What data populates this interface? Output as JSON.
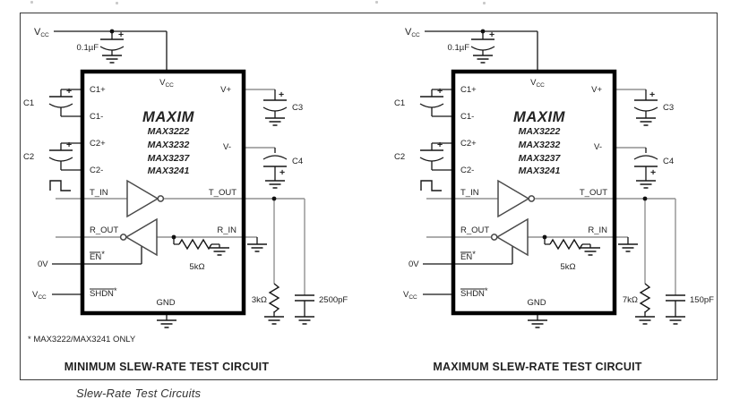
{
  "page": {
    "caption": "Slew-Rate Test Circuits"
  },
  "shared": {
    "vcc_base": "V",
    "vcc_sub": "CC",
    "plus": "+",
    "star": "*"
  },
  "circuits": [
    {
      "title": "MINIMUM SLEW-RATE TEST CIRCUIT",
      "footnote": "* MAX3222/MAX3241 ONLY",
      "ic": {
        "brand": "MAXIM",
        "part1": "MAX3222",
        "part2": "MAX3232",
        "part3": "MAX3237",
        "part4": "MAX3241",
        "pin_c1p": "C1+",
        "pin_c1m": "C1-",
        "pin_c2p": "C2+",
        "pin_c2m": "C2-",
        "pin_vcc_base": "V",
        "pin_vcc_sub": "CC",
        "pin_vplus": "V+",
        "pin_vminus": "V-",
        "pin_tin": "T_IN",
        "pin_tout": "T_OUT",
        "pin_rout": "R_OUT",
        "pin_rin": "R_IN",
        "pin_en": "EN",
        "pin_shdn": "SHDN",
        "pin_gnd": "GND"
      },
      "components": {
        "bypass_cap": "0.1µF",
        "c1": "C1",
        "c2": "C2",
        "c3": "C3",
        "c4": "C4",
        "en_bias": "0V",
        "pull_res": "5kΩ",
        "load_res": "3kΩ",
        "load_cap": "2500pF"
      }
    },
    {
      "title": "MAXIMUM SLEW-RATE TEST CIRCUIT",
      "footnote": "",
      "ic": {
        "brand": "MAXIM",
        "part1": "MAX3222",
        "part2": "MAX3232",
        "part3": "MAX3237",
        "part4": "MAX3241",
        "pin_c1p": "C1+",
        "pin_c1m": "C1-",
        "pin_c2p": "C2+",
        "pin_c2m": "C2-",
        "pin_vcc_base": "V",
        "pin_vcc_sub": "CC",
        "pin_vplus": "V+",
        "pin_vminus": "V-",
        "pin_tin": "T_IN",
        "pin_tout": "T_OUT",
        "pin_rout": "R_OUT",
        "pin_rin": "R_IN",
        "pin_en": "EN",
        "pin_shdn": "SHDN",
        "pin_gnd": "GND"
      },
      "components": {
        "bypass_cap": "0.1µF",
        "c1": "C1",
        "c2": "C2",
        "c3": "C3",
        "c4": "C4",
        "en_bias": "0V",
        "pull_res": "5kΩ",
        "load_res": "7kΩ",
        "load_cap": "150pF"
      }
    }
  ]
}
